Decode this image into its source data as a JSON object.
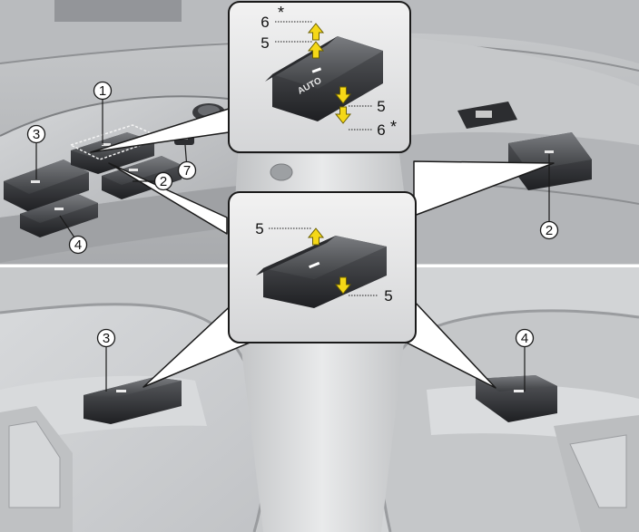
{
  "callouts": {
    "main_driver_switch": "1",
    "front_passenger": "2",
    "rear_left": "3",
    "rear_right": "4",
    "manual": "5",
    "auto": "6",
    "lock": "7",
    "asterisk": "*"
  },
  "switch_text": {
    "auto": "AUTO"
  },
  "colors": {
    "arrow_yellow": "#f5d817",
    "arrow_outline": "#6b5f00",
    "callout_stroke": "#1a1a1a"
  }
}
